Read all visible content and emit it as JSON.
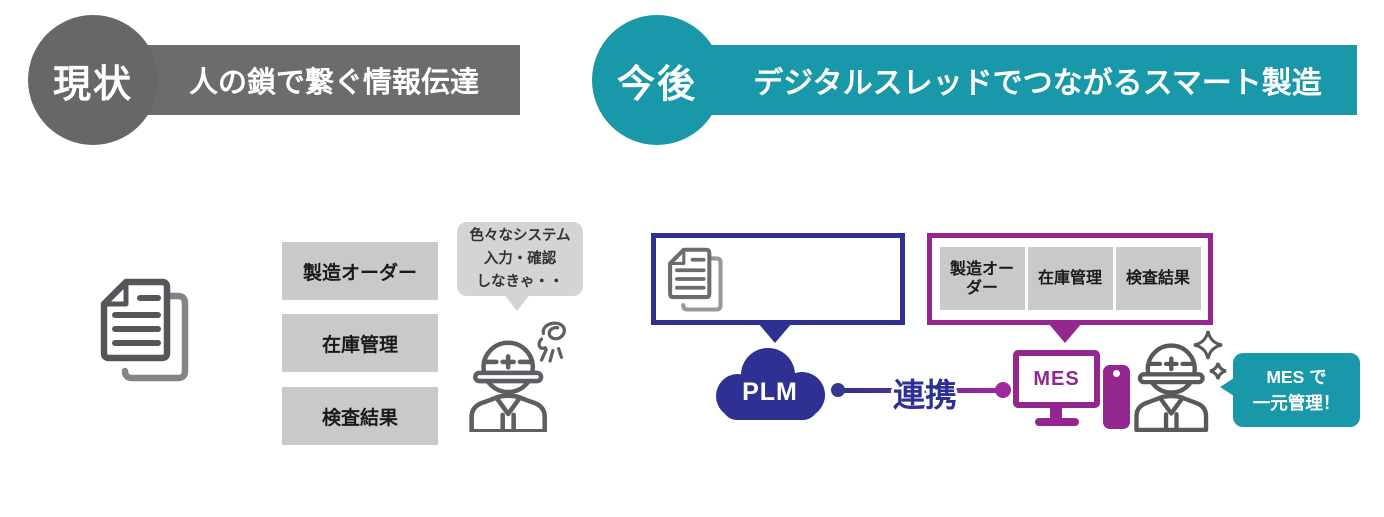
{
  "current": {
    "badge": "現状",
    "title": "人の鎖で繋ぐ情報伝達",
    "system_boxes": [
      "製造オーダー",
      "在庫管理",
      "検査結果"
    ],
    "worker_bubble": [
      "色々なシステム",
      "入力・確認",
      "しなきゃ・・"
    ]
  },
  "future": {
    "badge": "今後",
    "title": "デジタルスレッドでつながるスマート製造",
    "system_boxes": [
      "製造オーダー",
      "在庫管理",
      "検査結果"
    ],
    "plm_label": "PLM",
    "link_label": "連携",
    "mes_label": "MES",
    "worker_bubble": [
      "MES で",
      "一元管理！"
    ]
  },
  "icons": [
    "documents-icon",
    "worker-icon",
    "confusion-scribble-icon",
    "sparkle-icon",
    "plm-cloud-shape",
    "mes-monitor-icon",
    "pc-tower-icon"
  ],
  "colors": {
    "current_gray": "#666769",
    "future_teal": "#1898a8",
    "plm_blue": "#2e3192",
    "mes_purple": "#93278f",
    "system_box_gray": "#c9c9c9",
    "bubble_gray": "#d4d4d4",
    "box_text": "#1a1a1a"
  }
}
